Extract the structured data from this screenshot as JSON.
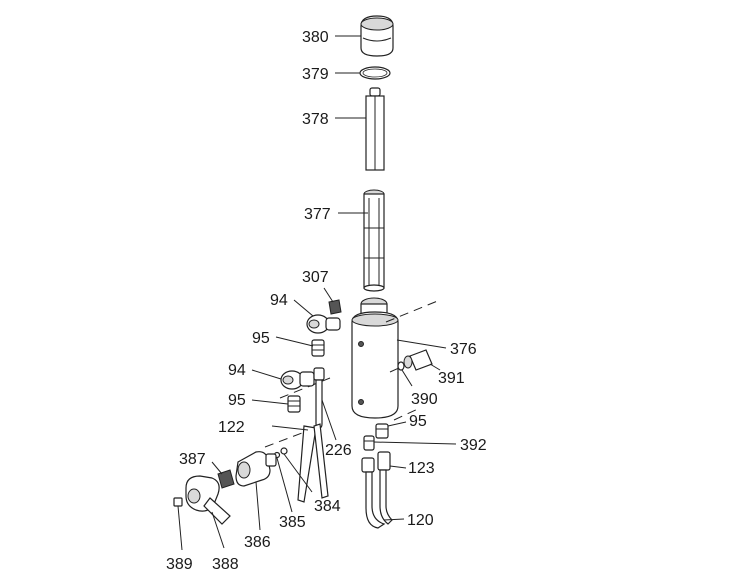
{
  "labels": {
    "p380": "380",
    "p379": "379",
    "p378": "378",
    "p377": "377",
    "p307": "307",
    "p94a": "94",
    "p95a": "95",
    "p376": "376",
    "p94b": "94",
    "p391": "391",
    "p95b": "95",
    "p390": "390",
    "p122": "122",
    "p95c": "95",
    "p226": "226",
    "p392": "392",
    "p387": "387",
    "p123": "123",
    "p384": "384",
    "p385": "385",
    "p120": "120",
    "p389": "389",
    "p388": "388",
    "p386": "386"
  }
}
